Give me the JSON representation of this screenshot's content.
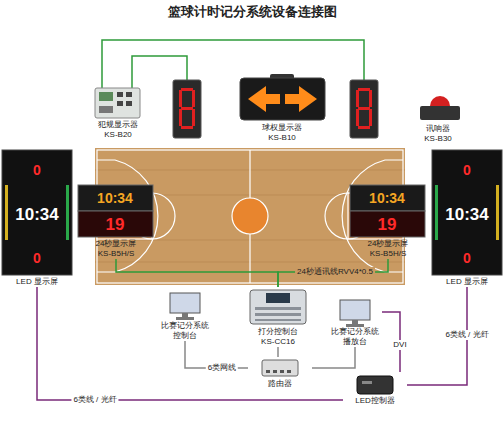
{
  "diagram": {
    "title": "篮球计时记分系统设备连接图",
    "nodes": [
      {
        "text": [
          "犯规显示器",
          "KS-B20"
        ]
      },
      {
        "text": [
          "球权显示器",
          "KS-B10"
        ]
      },
      {
        "text": [
          "讯响器",
          "KS-B30"
        ]
      },
      {
        "text": [
          "LED 显示屏"
        ]
      },
      {
        "text": [
          "24秒显示屏",
          "KS-B5H/S"
        ]
      },
      {
        "text": [
          "24秒显示屏",
          "KS-B5H/S"
        ]
      },
      {
        "text": [
          "LED 显示屏"
        ]
      },
      {
        "text": [
          "比赛记分系统控制台"
        ]
      },
      {
        "text": [
          "打分控制台",
          "KS-CC16"
        ]
      },
      {
        "text": [
          "比赛记分系统播放台"
        ]
      },
      {
        "text": [
          "路由器"
        ]
      },
      {
        "text": [
          "LED控制器"
        ]
      }
    ],
    "edges": [
      {
        "from": 8,
        "to": 4,
        "arrow": "none"
      },
      {
        "from": 8,
        "to": 5,
        "label": "24秒通讯线RVV4*0.5",
        "arrow": "none"
      },
      {
        "from": 7,
        "to": 10,
        "label": "6类网线",
        "arrow": "none"
      },
      {
        "from": 8,
        "to": 10,
        "arrow": "none"
      },
      {
        "from": 9,
        "to": 10,
        "arrow": "none"
      },
      {
        "from": 9,
        "to": 11,
        "label": "DVI",
        "arrow": "none"
      },
      {
        "from": 11,
        "to": 3,
        "label": "6类线 / 光纤",
        "arrow": "none"
      },
      {
        "from": 11,
        "to": 6,
        "label": "6类线 / 光纤",
        "arrow": "none"
      }
    ],
    "labels": [
      "10:34",
      "19",
      "10:34",
      "19",
      "10:34",
      "0",
      "0",
      "10:34",
      "0",
      "0"
    ]
  }
}
